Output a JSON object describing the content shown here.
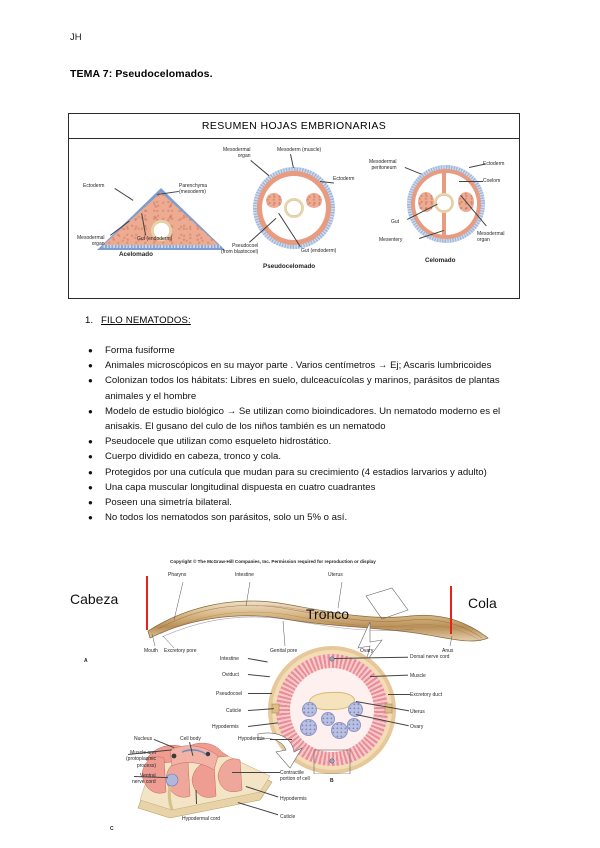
{
  "document": {
    "author_initials": "JH",
    "title": "TEMA 7: Pseudocelomados."
  },
  "summary_box": {
    "header": "RESUMEN HOJAS EMBRIONARIAS",
    "figures": [
      {
        "caption": "Acelomado",
        "labels": {
          "ectoderm": "Ectoderm",
          "parenchyma": "Parenchyma",
          "parenchyma2": "(mesoderm)",
          "mesodermal_organ": "Mesodermal",
          "mesodermal_organ2": "organ",
          "gut": "Gut (endoderm)"
        }
      },
      {
        "caption": "Pseudocelomado",
        "labels": {
          "mesodermal_organ": "Mesodermal",
          "mesodermal_organ2": "organ",
          "mesoderm_muscle": "Mesoderm (muscle)",
          "ectoderm": "Ectoderm",
          "pseudocoel": "Pseudocoel",
          "pseudocoel2": "(from blastocoel)",
          "gut": "Gut (endoderm)"
        }
      },
      {
        "caption": "Celomado",
        "labels": {
          "mesodermal_peritoneum": "Mesodermal",
          "mesodermal_peritoneum2": "peritoneum",
          "ectoderm": "Ectoderm",
          "coelom": "Coelom",
          "gut": "Gut",
          "mesentery": "Mesentery",
          "mesodermal_organ": "Mesodermal",
          "mesodermal_organ2": "organ"
        }
      }
    ]
  },
  "section": {
    "number": "1.",
    "heading": "FILO NEMATODOS:"
  },
  "bullets": [
    "Forma fusiforme",
    "Animales microscópicos en su mayor parte . Varios centímetros → Ej; Ascaris lumbricoides",
    "Colonizan todos los hábitats: Libres en suelo, dulceacuícolas y marinos, parásitos de plantas animales y el hombre",
    "Modelo de estudio biológico → Se utilizan como bioindicadores. Un nematodo moderno es el anisakis. El gusano del culo de los niños también es un nematodo",
    "Pseudocele que utilizan como esqueleto hidrostático.",
    "Cuerpo dividido en cabeza, tronco y cola.",
    "Protegidos por una cutícula que mudan para su crecimiento (4 estadios larvarios y adulto)",
    "Una capa muscular longitudinal dispuesta en cuatro cuadrantes",
    "Poseen una simetría bilateral.",
    "No todos los nematodos son parásitos, solo un 5% o así."
  ],
  "nematode_figure": {
    "copyright": "Copyright © The McGraw-Hill Companies, Inc. Permission required for reproduction or display",
    "annotations": {
      "head": "Cabeza",
      "trunk": "Tronco",
      "tail": "Cola"
    },
    "panel_a": {
      "letter": "A",
      "labels_top": [
        "Pharynx",
        "Intestine",
        "Uterus"
      ],
      "labels_bottom": [
        "Mouth",
        "Excretory pore",
        "Genital pore",
        "Ovary",
        "Anus"
      ]
    },
    "panel_b": {
      "letter": "B",
      "labels_left": [
        "Intestine",
        "Oviduct",
        "Pseudocoel",
        "Cuticle",
        "Hypodermis"
      ],
      "labels_right": [
        "Dorsal nerve cord",
        "Muscle",
        "Excretory duct",
        "Uterus",
        "Ovary"
      ]
    },
    "panel_c": {
      "letter": "C",
      "labels_left": [
        "Nucleus",
        "Cell body",
        "Muscle arm",
        "(protoplasmic",
        "process)",
        "Ventral",
        "nerve cord"
      ],
      "labels_bottom": [
        "Hypodermal cord"
      ],
      "labels_right": [
        "Contractile",
        "portion of cell",
        "Hypodermis",
        "Cuticle"
      ],
      "label_hypodermis_top": "Hypodermis"
    }
  },
  "colors": {
    "ectoderm_blue": "#9fb7dd",
    "mesoderm_salmon": "#e89b7f",
    "parenchyma": "#edab92",
    "gut_tan": "#e8d4a8",
    "red_marker": "#e8211a",
    "worm_body": "#c9a06a",
    "muscle_pink": "#f0b2b6"
  }
}
